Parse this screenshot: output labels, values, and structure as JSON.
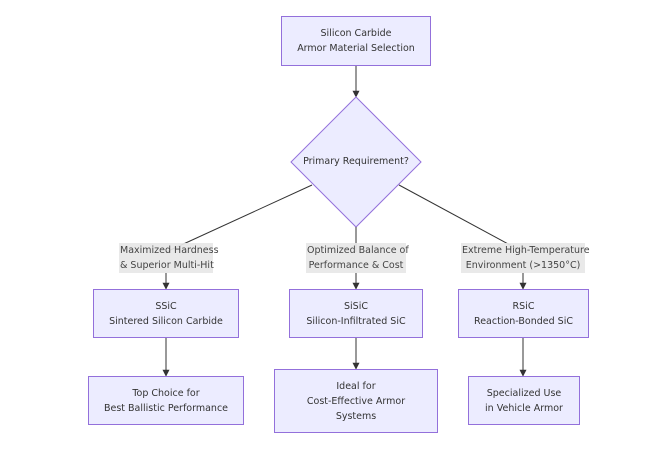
{
  "colors": {
    "node_fill": "#ececff",
    "node_stroke": "#9370db",
    "edge": "#333333",
    "label_bg": "#e8e8e8",
    "text": "#333333"
  },
  "root": {
    "line1": "Silicon Carbide",
    "line2": "Armor Material Selection"
  },
  "decision": {
    "text": "Primary Requirement?"
  },
  "branches": [
    {
      "label": {
        "line1": "Maximized Hardness",
        "line2": "& Superior Multi-Hit"
      },
      "material": {
        "line1": "SSiC",
        "line2": "Sintered Silicon Carbide"
      },
      "outcome": {
        "line1": "Top Choice for",
        "line2": "Best Ballistic Performance"
      }
    },
    {
      "label": {
        "line1": "Optimized Balance of",
        "line2": "Performance & Cost"
      },
      "material": {
        "line1": "SiSiC",
        "line2": "Silicon-Infiltrated SiC"
      },
      "outcome": {
        "line1": "Ideal for",
        "line2": "Cost-Effective Armor",
        "line3": "Systems"
      }
    },
    {
      "label": {
        "line1": "Extreme High-Temperature",
        "line2": "Environment (>1350°C)"
      },
      "material": {
        "line1": "RSiC",
        "line2": "Reaction-Bonded SiC"
      },
      "outcome": {
        "line1": "Specialized Use",
        "line2": "in Vehicle Armor"
      }
    }
  ]
}
